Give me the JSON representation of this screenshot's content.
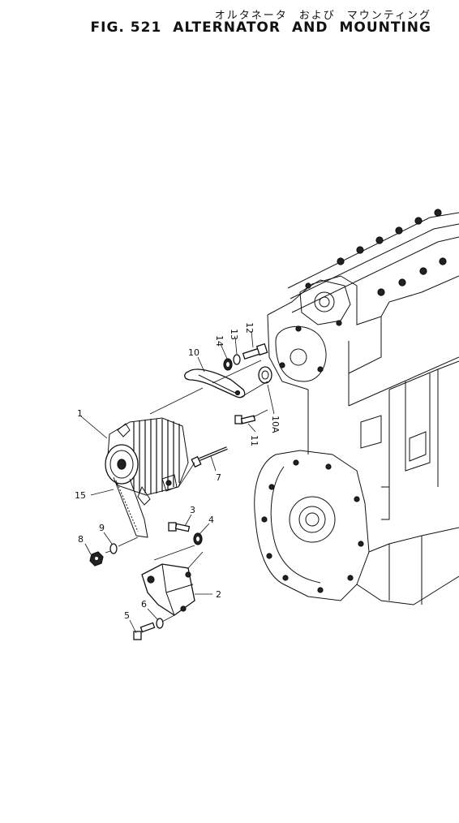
{
  "header": {
    "jp": [
      "オルタネータ",
      "および",
      "マウンティング"
    ],
    "fig": "FIG. 521",
    "title": [
      "ALTERNATOR",
      "AND",
      "MOUNTING"
    ]
  },
  "callouts": [
    "1",
    "2",
    "3",
    "4",
    "5",
    "6",
    "7",
    "8",
    "9",
    "10",
    "10A",
    "11",
    "12",
    "13",
    "14",
    "15"
  ]
}
